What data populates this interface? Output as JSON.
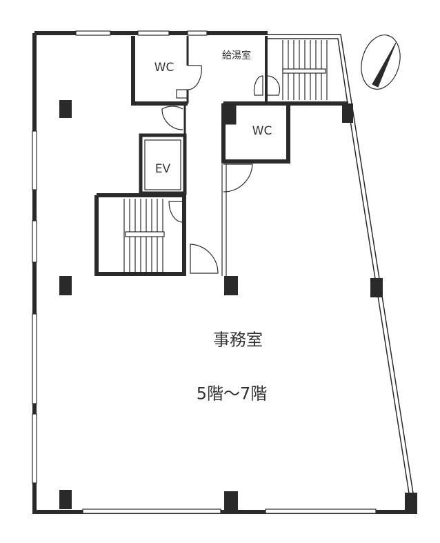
{
  "plan": {
    "rooms": {
      "wc_left": "WC",
      "kitchenette": "給湯室",
      "wc_right": "WC",
      "elevator": "EV",
      "office": "事務室"
    },
    "floors": "5階～7階"
  },
  "colors": {
    "wall": "#2a2a2a",
    "background": "#ffffff"
  }
}
